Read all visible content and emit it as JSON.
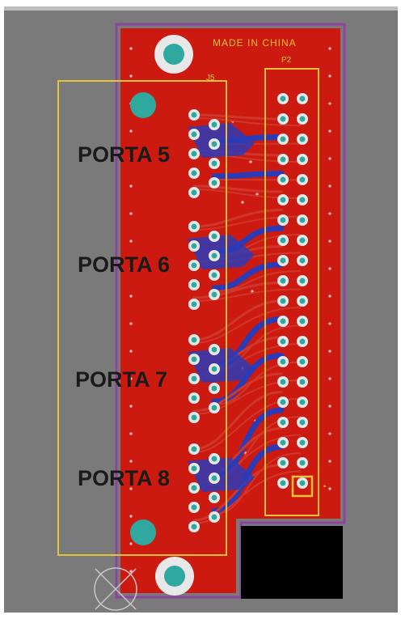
{
  "board": {
    "silkscreen_text": "MADE IN CHINA",
    "p2_designator": "P2",
    "j5_designator": "J5",
    "ports": [
      "PORTA 5",
      "PORTA 6",
      "PORTA 7",
      "PORTA 8"
    ]
  },
  "colors": {
    "background": "#7a7a7a",
    "board": "#cc1a10",
    "board_outline": "#8b44a0",
    "top_trace": "#d0372c",
    "bottom_trace": "#2b3bb8",
    "silkscreen": "#e6c13a",
    "pad": "#e8e8e8",
    "drill": "#2fa8a0",
    "cutout": "#000000",
    "label_text": "#1a1a1a"
  }
}
